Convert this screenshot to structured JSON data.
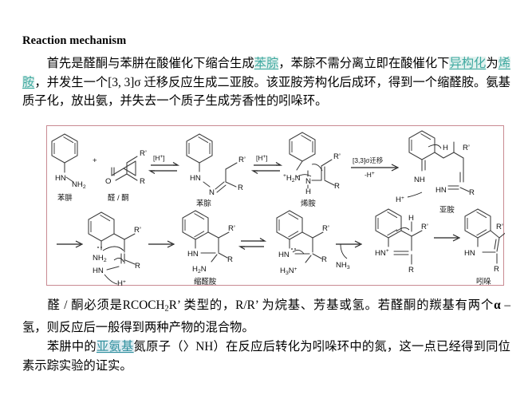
{
  "document": {
    "heading": "Reaction mechanism",
    "paragraphs": {
      "intro": {
        "seg1": "首先是醛酮与苯肼在酸催化下缩合生成",
        "hl1": "苯腙",
        "seg2": "，苯腙不需分离立即在酸催化下",
        "hl2": "异构化",
        "seg3": "为",
        "hl3": "烯胺",
        "seg4": "，并发生一个[3, 3]σ 迁移反应生成二亚胺。该亚胺芳构化后成环，得到一个缩醛胺。氨基质子化，放出氨，并失去一个质子生成芳香性的吲哚环。"
      },
      "note1": {
        "seg1": "醛 / 酮必须是RCOCH",
        "sub1": "2",
        "seg2": "R’ 类型的，R/R’ 为烷基、芳基或氢。若醛酮的羰基有两个",
        "seg3": "α",
        "seg4": " –氢，则反应后一般得到两种产物的混合物。"
      },
      "note2": {
        "seg1": "苯肼中的",
        "hl1": "亚氨基",
        "seg2": "氮原子（〉NH）在反应后转化为吲哚环中的氮，这一点已经得到同位素示踪实验的证实。"
      }
    }
  },
  "scheme": {
    "border_color": "#c98a92",
    "highlight_color": "#3fa9a0",
    "compound_labels": {
      "phenylhydrazine": "苯肼",
      "aldehyde_ketone": "醛 / 酮",
      "phenylhydrazone": "苯腙",
      "enamine": "烯胺",
      "imine": "亚胺",
      "aminal": "缩醛胺",
      "indole": "吲哚"
    },
    "arrow_labels": {
      "acid1_top": "[H",
      "acid1_sup": "+",
      "acid1_close": "]",
      "acid2_top": "[H",
      "acid2_sup": "+",
      "acid2_close": "]",
      "sigmatropic_top": "[3,3]σ迁移",
      "sigmatropic_bottom_1": "-H",
      "sigmatropic_bottom_sup": "+",
      "ammonia": "NH",
      "ammonia_sub": "3"
    },
    "atoms": {
      "plus": "+",
      "HN": "HN",
      "NH": "NH",
      "N": "N",
      "NH2": "NH",
      "NH2_sub": "2",
      "H2N": "H",
      "H2N_sub": "2",
      "H2N_rest": "N",
      "H3N": "H",
      "H3N_sub": "3",
      "H3N_rest": "N",
      "O": "O",
      "R": "R",
      "Rprime": "R’",
      "H": "H",
      "Hplus": "H",
      "Hplus_sup": "+",
      "charge_plus": "+"
    }
  }
}
